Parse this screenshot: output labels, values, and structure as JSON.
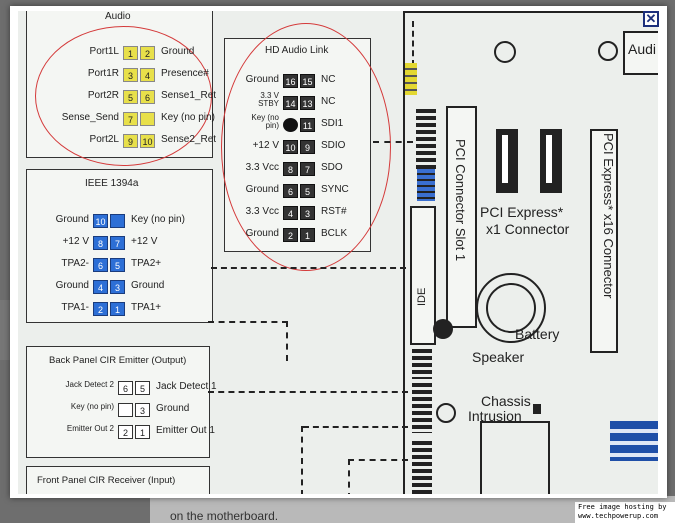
{
  "background": {
    "caption": "on the motherboard.",
    "hosting": [
      "Free image hosting by",
      "www.techpowerup.com"
    ]
  },
  "lightbox": {
    "close_glyph": "✕"
  },
  "audio_block": {
    "title": "Audio",
    "rows": [
      {
        "left": "Port1L",
        "p1": "1",
        "p2": "2",
        "right": "Ground"
      },
      {
        "left": "Port1R",
        "p1": "3",
        "p2": "4",
        "right": "Presence#"
      },
      {
        "left": "Port2R",
        "p1": "5",
        "p2": "6",
        "right": "Sense1_Ret"
      },
      {
        "left": "Sense_Send",
        "p1": "7",
        "p2": "",
        "right": "Key (no pin)"
      },
      {
        "left": "Port2L",
        "p1": "9",
        "p2": "10",
        "right": "Sense2_Ret"
      }
    ]
  },
  "hd_audio_block": {
    "title": "HD Audio Link",
    "rows": [
      {
        "left": "Ground",
        "p1": "16",
        "p2": "15",
        "right": "NC"
      },
      {
        "left": "3.3 V STBY",
        "p1": "14",
        "p2": "13",
        "right": "NC"
      },
      {
        "left": "Key (no pin)",
        "p1": "",
        "p2": "11",
        "right": "SDI1"
      },
      {
        "left": "+12 V",
        "p1": "10",
        "p2": "9",
        "right": "SDIO"
      },
      {
        "left": "3.3 Vcc",
        "p1": "8",
        "p2": "7",
        "right": "SDO"
      },
      {
        "left": "Ground",
        "p1": "6",
        "p2": "5",
        "right": "SYNC"
      },
      {
        "left": "3.3 Vcc",
        "p1": "4",
        "p2": "3",
        "right": "RST#"
      },
      {
        "left": "Ground",
        "p1": "2",
        "p2": "1",
        "right": "BCLK"
      }
    ]
  },
  "ieee_block": {
    "title": "IEEE 1394a",
    "rows": [
      {
        "left": "Ground",
        "p1": "10",
        "p2": "",
        "right": "Key (no pin)"
      },
      {
        "left": "+12 V",
        "p1": "8",
        "p2": "7",
        "right": "+12 V"
      },
      {
        "left": "TPA2-",
        "p1": "6",
        "p2": "5",
        "right": "TPA2+"
      },
      {
        "left": "Ground",
        "p1": "4",
        "p2": "3",
        "right": "Ground"
      },
      {
        "left": "TPA1-",
        "p1": "2",
        "p2": "1",
        "right": "TPA1+"
      }
    ]
  },
  "cir_emitter_block": {
    "title": "Back Panel CIR Emitter (Output)",
    "rows": [
      {
        "left": "Jack Detect 2",
        "p1": "6",
        "p2": "5",
        "right": "Jack Detect 1"
      },
      {
        "left": "Key (no pin)",
        "p1": "",
        "p2": "3",
        "right": "Ground"
      },
      {
        "left": "Emitter Out 2",
        "p1": "2",
        "p2": "1",
        "right": "Emitter Out 1"
      }
    ]
  },
  "cir_receiver_block": {
    "title": "Front Panel CIR Receiver (Input)"
  },
  "board": {
    "pci_slot": "PCI Connector Slot 1",
    "pcie_x1": [
      "PCI Express*",
      "x1 Connector"
    ],
    "pcie_x16": "PCI Express* x16 Connector",
    "battery": "Battery",
    "speaker": "Speaker",
    "chassis": [
      "Chassis",
      "Intrusion"
    ],
    "ide": "IDE",
    "audio_top": "Audi"
  }
}
